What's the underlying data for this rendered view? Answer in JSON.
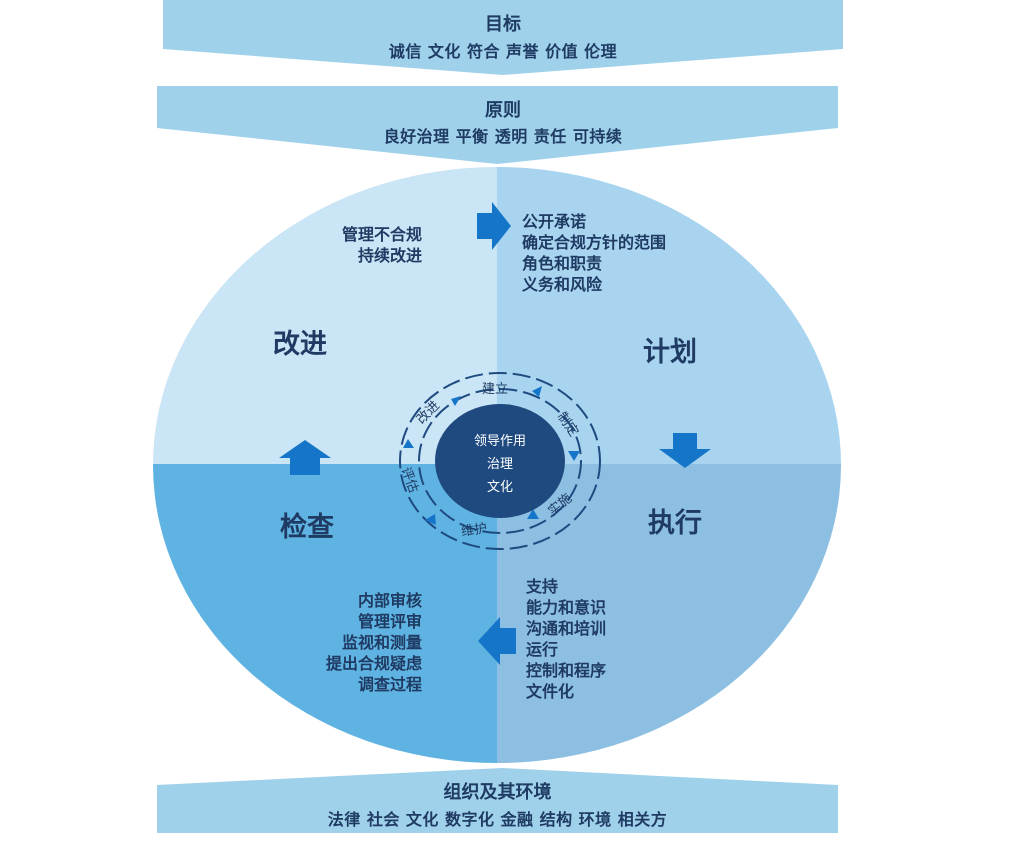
{
  "colors": {
    "band": "#9fd1ea",
    "q_improve": "#cae5f5",
    "q_plan": "#a8d4ef",
    "q_check": "#5fb3e2",
    "q_execute": "#8dbfe3",
    "arrow": "#1576c9",
    "center": "#1f4a80",
    "text": "#1f3b63"
  },
  "bands": {
    "goal": {
      "title": "目标",
      "items": "诚信  文化  符合  声誉  价值  伦理"
    },
    "principle": {
      "title": "原则",
      "items": "良好治理  平衡  透明  责任  可持续"
    },
    "context": {
      "title": "组织及其环境",
      "items": "法律  社会  文化  数字化  金融  结构  环境  相关方"
    }
  },
  "quadrants": {
    "improve": {
      "title": "改进",
      "items": [
        "管理不合规",
        "持续改进"
      ]
    },
    "plan": {
      "title": "计划",
      "items": [
        "公开承诺",
        "确定合规方针的范围",
        "角色和职责",
        "义务和风险"
      ]
    },
    "execute": {
      "title": "执行",
      "items": [
        "支持",
        "能力和意识",
        "沟通和培训",
        "运行",
        "控制和程序",
        "文件化"
      ]
    },
    "check": {
      "title": "检查",
      "items": [
        "内部审核",
        "管理评审",
        "监视和测量",
        "提出合规疑虑",
        "调查过程"
      ]
    }
  },
  "center": {
    "lines": [
      "领导作用",
      "治理",
      "文化"
    ]
  },
  "ring": {
    "establish": "建立",
    "formulate": "制定",
    "implement": "实施",
    "maintain": "维护",
    "evaluate": "评估",
    "improve": "改进"
  },
  "icons": [
    "arrow-right-icon",
    "arrow-down-icon",
    "arrow-left-icon",
    "arrow-up-icon",
    "triangle-marker-icon"
  ]
}
